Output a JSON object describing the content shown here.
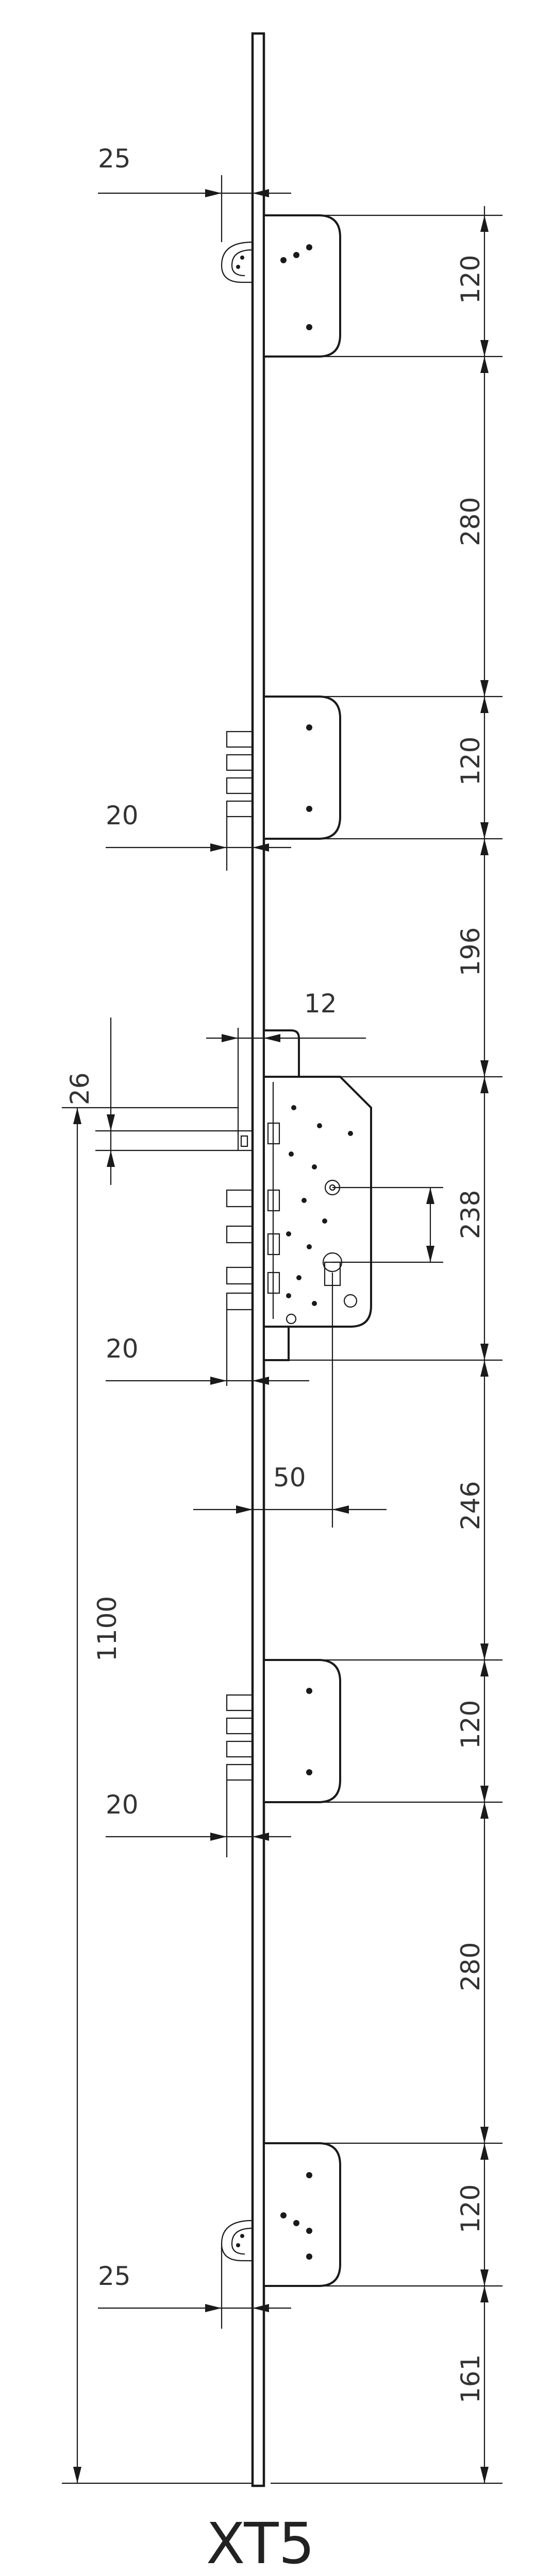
{
  "title": "XT5",
  "dimensions": {
    "top_hook_offset": "25",
    "top_bolt_height": "120",
    "gap_top_upper": "280",
    "upper_bolt_height": "120",
    "upper_bolt_offset": "20",
    "gap_upper_lock": "196",
    "lock_faceplate_offset": "12",
    "lock_latch_height": "26",
    "lock_case_height": "238",
    "lock_bolt_offset": "20",
    "backset": "50",
    "gap_lock_lower": "246",
    "lower_bolt_height": "120",
    "lower_bolt_offset": "20",
    "gap_lower_bottom": "280",
    "bottom_bolt_height": "120",
    "bottom_hook_offset": "25",
    "bottom_end": "161",
    "handle_height": "1100"
  }
}
